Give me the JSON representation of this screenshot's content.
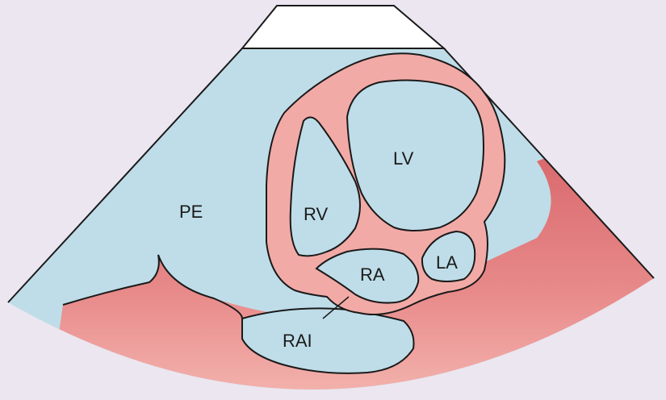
{
  "colors": {
    "background": "#ebe6f0",
    "effusion": "#bfdde8",
    "myocardium": "#f2aaa6",
    "tissue": "#e48080",
    "outline": "#1a1a1a"
  },
  "labels": {
    "pe": "PE",
    "rv": "RV",
    "lv": "LV",
    "ra": "RA",
    "la": "LA",
    "rai": "RAI"
  }
}
